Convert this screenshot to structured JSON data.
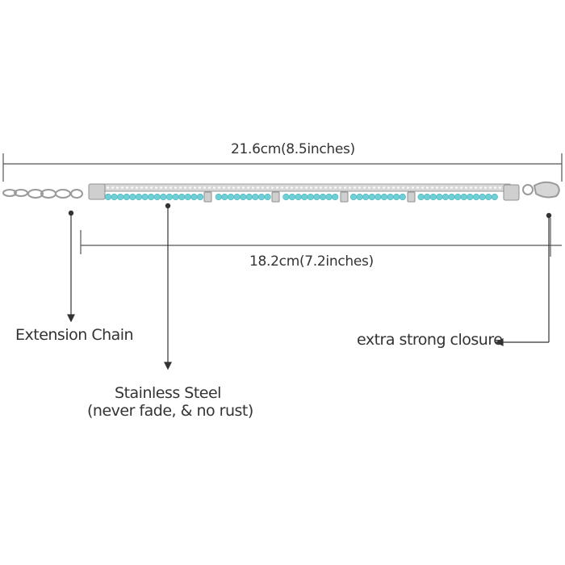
{
  "dimensions": {
    "total_length": "21.6cm(8.5inches)",
    "bracelet_length": "18.2cm(7.2inches)"
  },
  "callouts": {
    "extension_chain": "Extension Chain",
    "stainless_steel_line1": "Stainless Steel",
    "stainless_steel_line2": "(never fade, & no rust)",
    "closure": "extra strong closure"
  },
  "colors": {
    "line": "#555555",
    "text": "#333333",
    "bead": "#6fcfd6",
    "metal": "#c9c9c9"
  }
}
